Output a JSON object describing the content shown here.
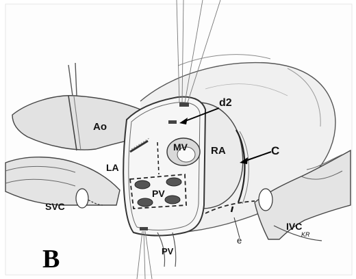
{
  "labels": {
    "ao": "Ao",
    "la": "LA",
    "mv": "MV",
    "ra": "RA",
    "pv_inner": "PV",
    "pv_lower": "PV",
    "svc": "SVC",
    "ivc": "IVC",
    "d2": "d2",
    "c": "C",
    "e": "e",
    "initials": "KR"
  },
  "panel": "B"
}
